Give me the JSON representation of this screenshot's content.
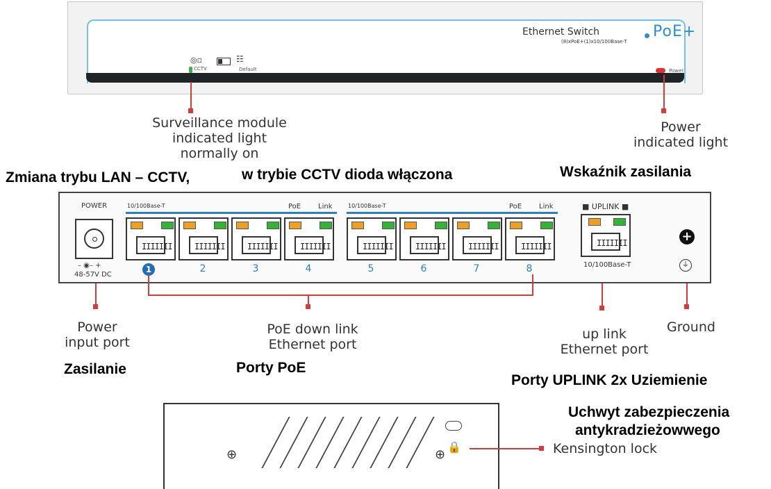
{
  "front_panel": {
    "brand_title": "Ethernet Switch",
    "brand_poe": "PoE+",
    "brand_sub": "(8)xPoE+(1)x10/100Base-T",
    "cctv_label": "CCTV",
    "default_label": "Default",
    "power_label": "Power"
  },
  "callouts": {
    "surveillance": [
      "Surveillance module",
      "indicated light",
      "normally on"
    ],
    "power_light": [
      "Power",
      "indicated light"
    ],
    "power_input": [
      "Power",
      "input port"
    ],
    "poe_downlink": [
      "PoE down link",
      "Ethernet port"
    ],
    "uplink": [
      "up link",
      "Ethernet port"
    ],
    "ground": "Ground",
    "kensington": "Kensington lock"
  },
  "polish_labels": {
    "mode_switch": "Zmiana trybu LAN – CCTV,",
    "cctv_led": "w trybie CCTV dioda włączona",
    "power_indicator": "Wskaźnik zasilania",
    "power_supply": "Zasilanie",
    "poe_ports": "Porty PoE",
    "uplink_ground": "Porty UPLINK 2x  Uziemienie",
    "antitheft_1": "Uchwyt zabezpieczenia",
    "antitheft_2": "antykradzieżowwego"
  },
  "back_panel": {
    "power_title": "POWER",
    "power_spec": "48-57V DC",
    "polarity": "– ◉– +",
    "group1_label": "10/100Base-T",
    "group1_poe": "PoE",
    "group1_link": "Link",
    "group2_label": "10/100Base-T",
    "group2_poe": "PoE",
    "group2_link": "Link",
    "uplink_title": "■ UPLINK ■",
    "uplink_spec": "10/100Base-T",
    "port_numbers": [
      "1",
      "2",
      "3",
      "4",
      "5",
      "6",
      "7",
      "8"
    ]
  },
  "icons": [
    "camera-icon",
    "toggle-switch-icon",
    "network-icon",
    "screw-icon",
    "ground-icon",
    "lock-icon"
  ],
  "colors": {
    "accent_blue": "#2a7fc9",
    "leader_red": "#d63a3a",
    "led_green": "#35b335",
    "led_amber": "#f0a020",
    "power_led": "#e03131"
  }
}
